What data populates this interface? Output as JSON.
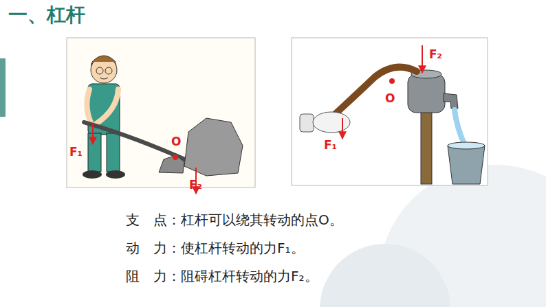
{
  "diagram": {
    "title": "一、杠杆",
    "labels": [
      "F₁",
      "O",
      "F₂",
      "F₂",
      "O",
      "F₁",
      "支　点：杠杆可以绕其转动的点O。",
      "动　力：使杠杆转动的力F₁。",
      "阻　力：阻碍杠杆转动的力F₂。"
    ]
  }
}
